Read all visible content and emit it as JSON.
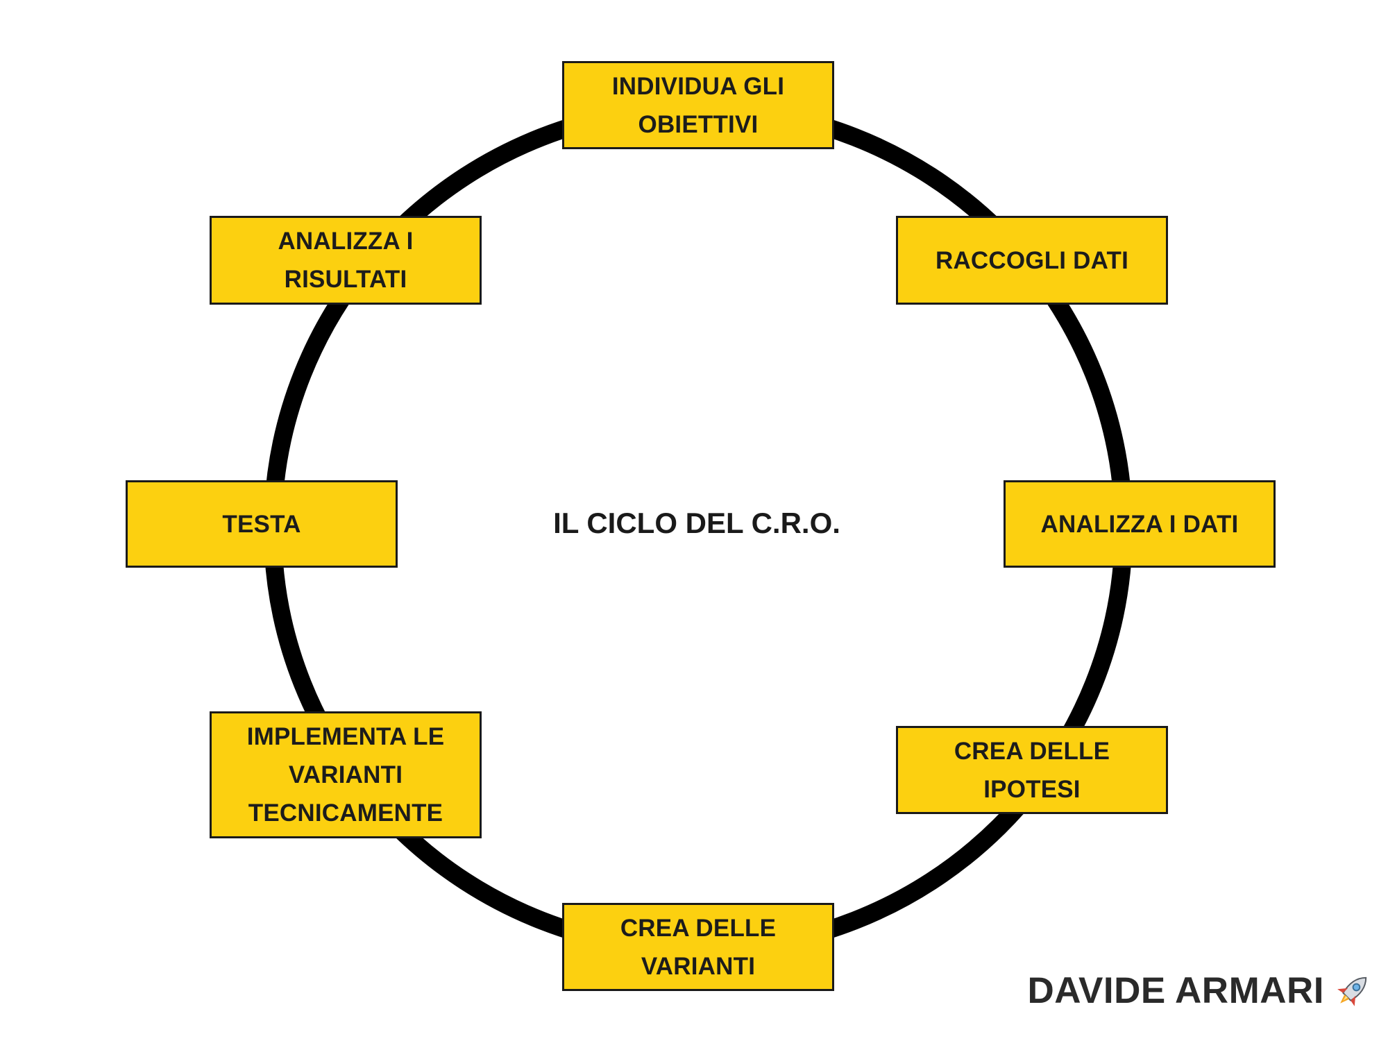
{
  "diagram": {
    "title": "IL CICLO DEL C.R.O.",
    "steps": [
      {
        "label": "INDIVIDUA GLI\nOBIETTIVI"
      },
      {
        "label": "RACCOGLI DATI"
      },
      {
        "label": "ANALIZZA I DATI"
      },
      {
        "label": "CREA DELLE\nIPOTESI"
      },
      {
        "label": "CREA DELLE\nVARIANTI"
      },
      {
        "label": "IMPLEMENTA LE\nVARIANTI\nTECNICAMENTE"
      },
      {
        "label": "TESTA"
      },
      {
        "label": "ANALIZZA I\nRISULTATI"
      }
    ]
  },
  "branding": {
    "author": "DAVIDE ARMARI",
    "icon": "rocket-icon"
  },
  "colors": {
    "box_fill": "#fcd010",
    "box_border": "#1a1a1a",
    "ring": "#000000",
    "text": "#1c1c1c",
    "background": "#ffffff"
  }
}
